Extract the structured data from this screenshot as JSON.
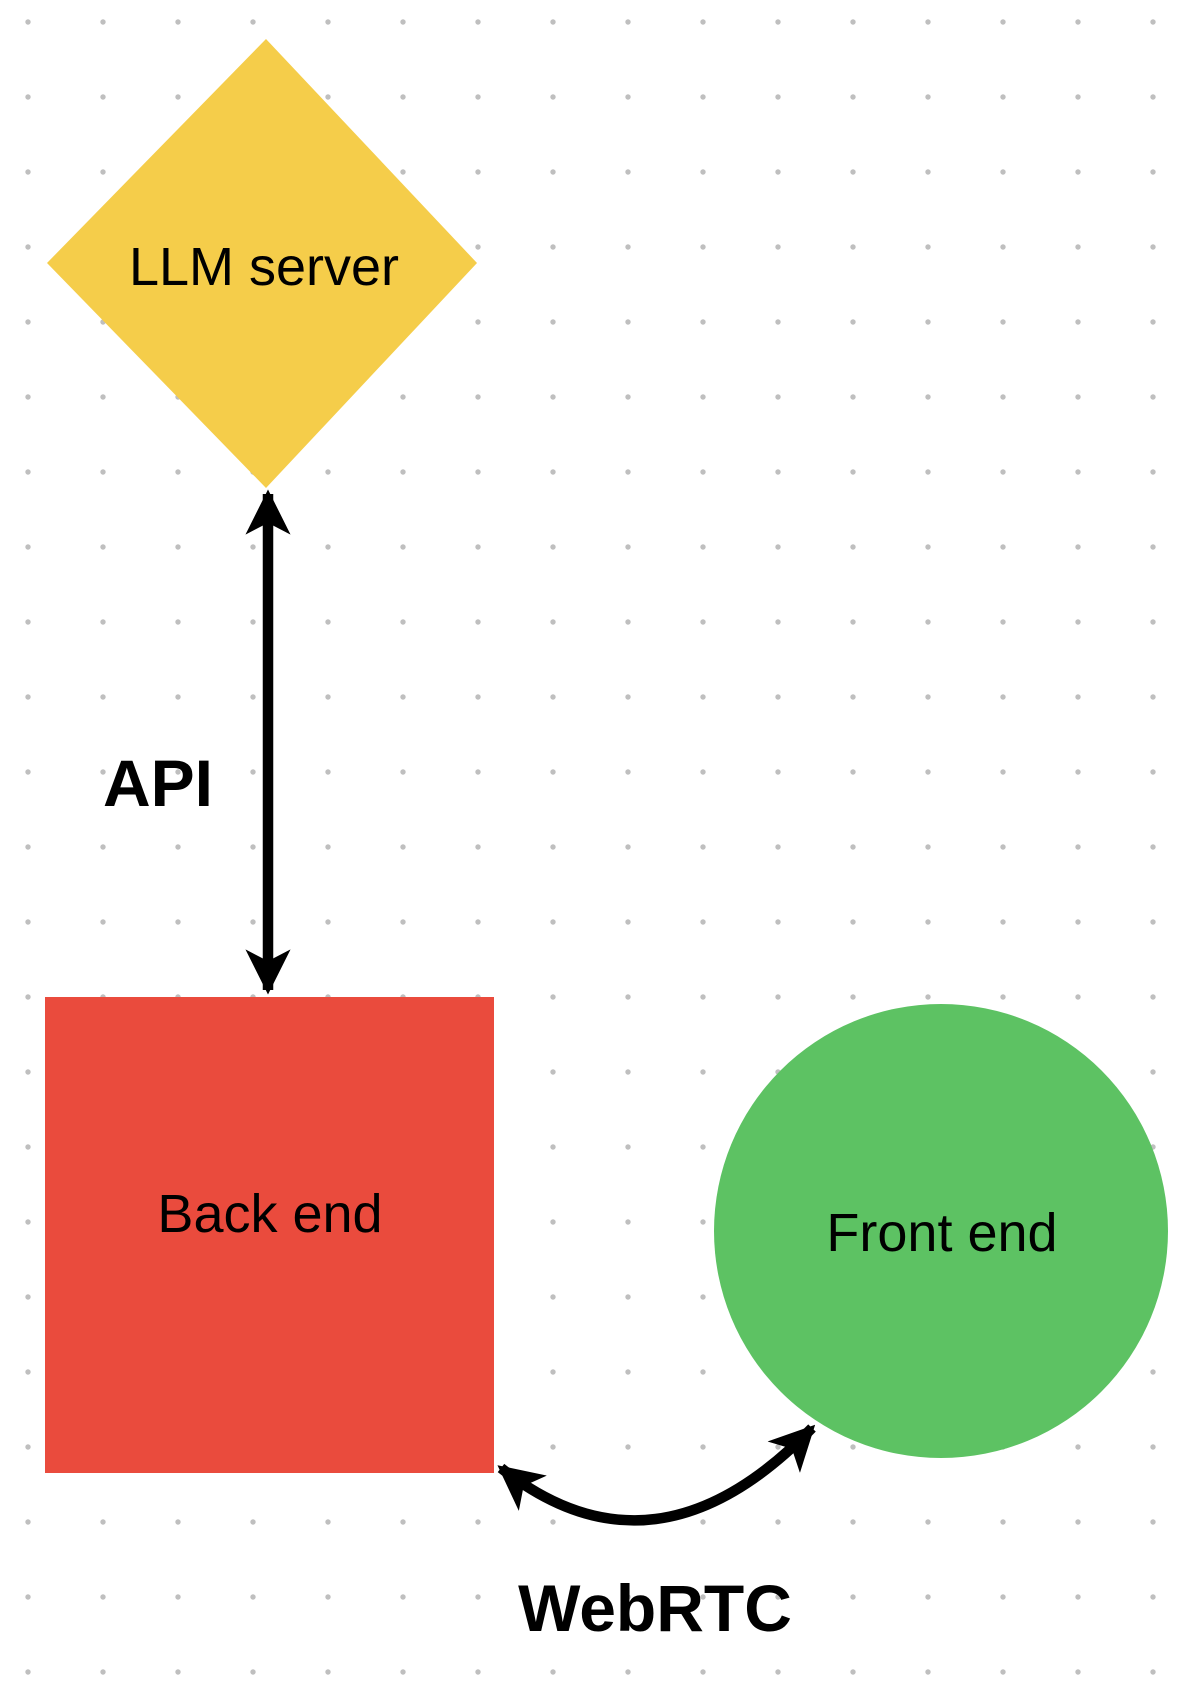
{
  "canvas": {
    "background": "#ffffff",
    "dot_color": "#bfbfbf",
    "arrow_color": "#000000",
    "text_color": "#000000"
  },
  "nodes": [
    {
      "id": "llm-server",
      "shape": "diamond",
      "label": "LLM server",
      "fill": "#F5CD4A"
    },
    {
      "id": "back-end",
      "shape": "square",
      "label": "Back end",
      "fill": "#EA4B3D"
    },
    {
      "id": "front-end",
      "shape": "circle",
      "label": "Front end",
      "fill": "#5DC263"
    }
  ],
  "edges": [
    {
      "id": "api",
      "label": "API",
      "style": "straight-double-arrow",
      "from": "llm-server",
      "to": "back-end"
    },
    {
      "id": "webrtc",
      "label": "WebRTC",
      "style": "curved-double-arrow",
      "from": "back-end",
      "to": "front-end"
    }
  ]
}
